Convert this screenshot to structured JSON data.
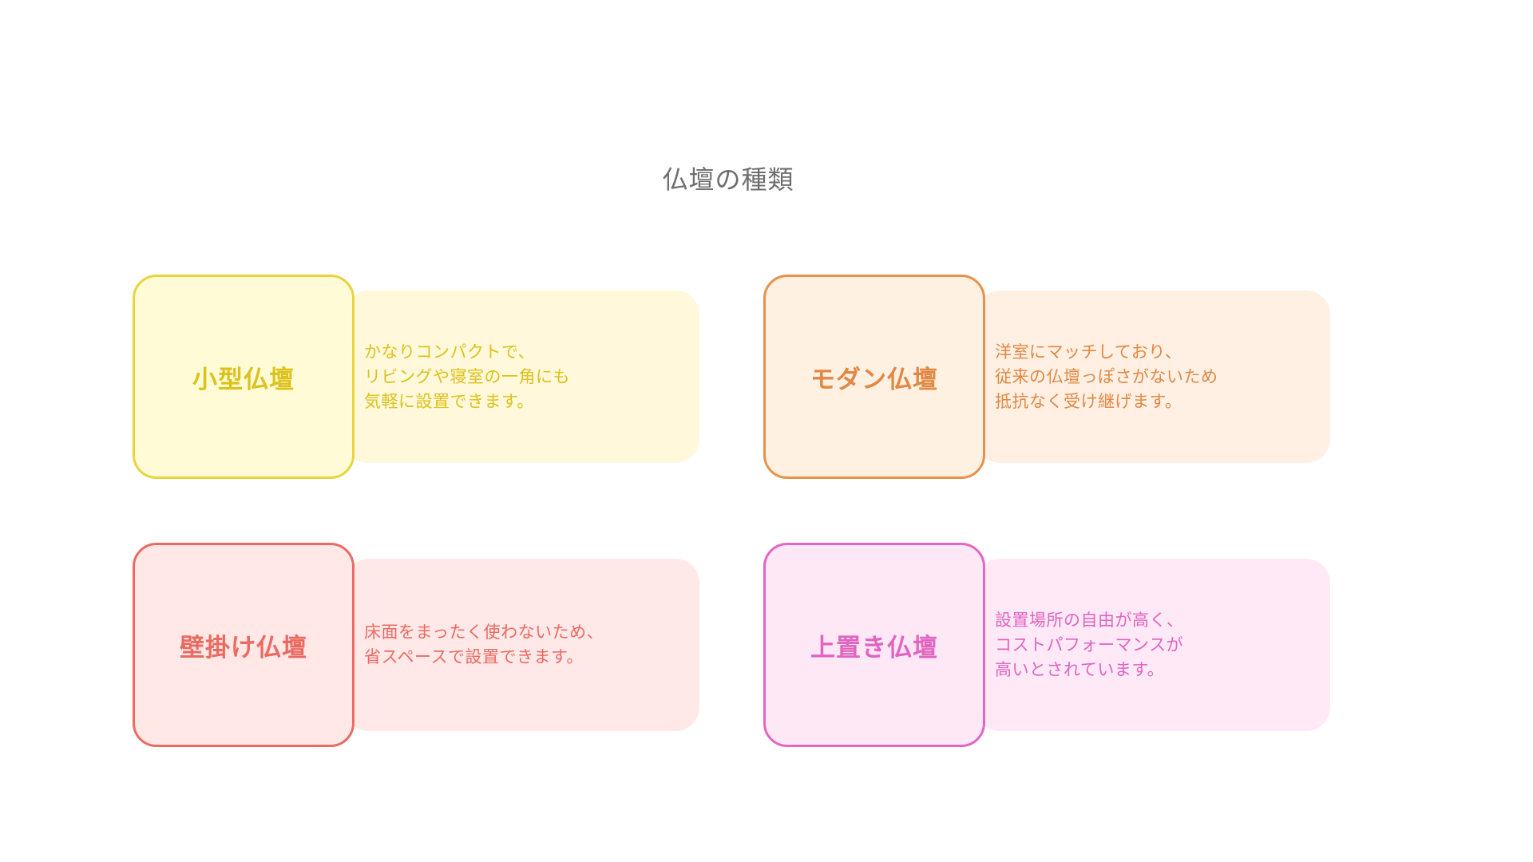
{
  "title": "仏壇の種類",
  "cards": [
    {
      "title": "小型仏壇",
      "text": "かなりコンパクトで、\nリビングや寝室の一角にも\n気軽に設置できます。",
      "border_color": "#e8d43c",
      "title_bg": "#fffbd7",
      "body_bg": "#fff8da",
      "text_color": "#dcc21c"
    },
    {
      "title": "モダン仏壇",
      "text": "洋室にマッチしており、\n従来の仏壇っぽさがないため\n抵抗なく受け継げます。",
      "border_color": "#e8914a",
      "title_bg": "#fff1e2",
      "body_bg": "#fff0e3",
      "text_color": "#e08844"
    },
    {
      "title": "壁掛け仏壇",
      "text": "床面をまったく使わないため、\n省スペースで設置できます。",
      "border_color": "#ec6a62",
      "title_bg": "#ffe8e6",
      "body_bg": "#ffe9e8",
      "text_color": "#ea6a62"
    },
    {
      "title": "上置き仏壇",
      "text": "設置場所の自由が高く、\nコストパフォーマンスが\n高いとされています。",
      "border_color": "#e466c4",
      "title_bg": "#ffe8f6",
      "body_bg": "#ffe9f6",
      "text_color": "#e064c0"
    }
  ]
}
